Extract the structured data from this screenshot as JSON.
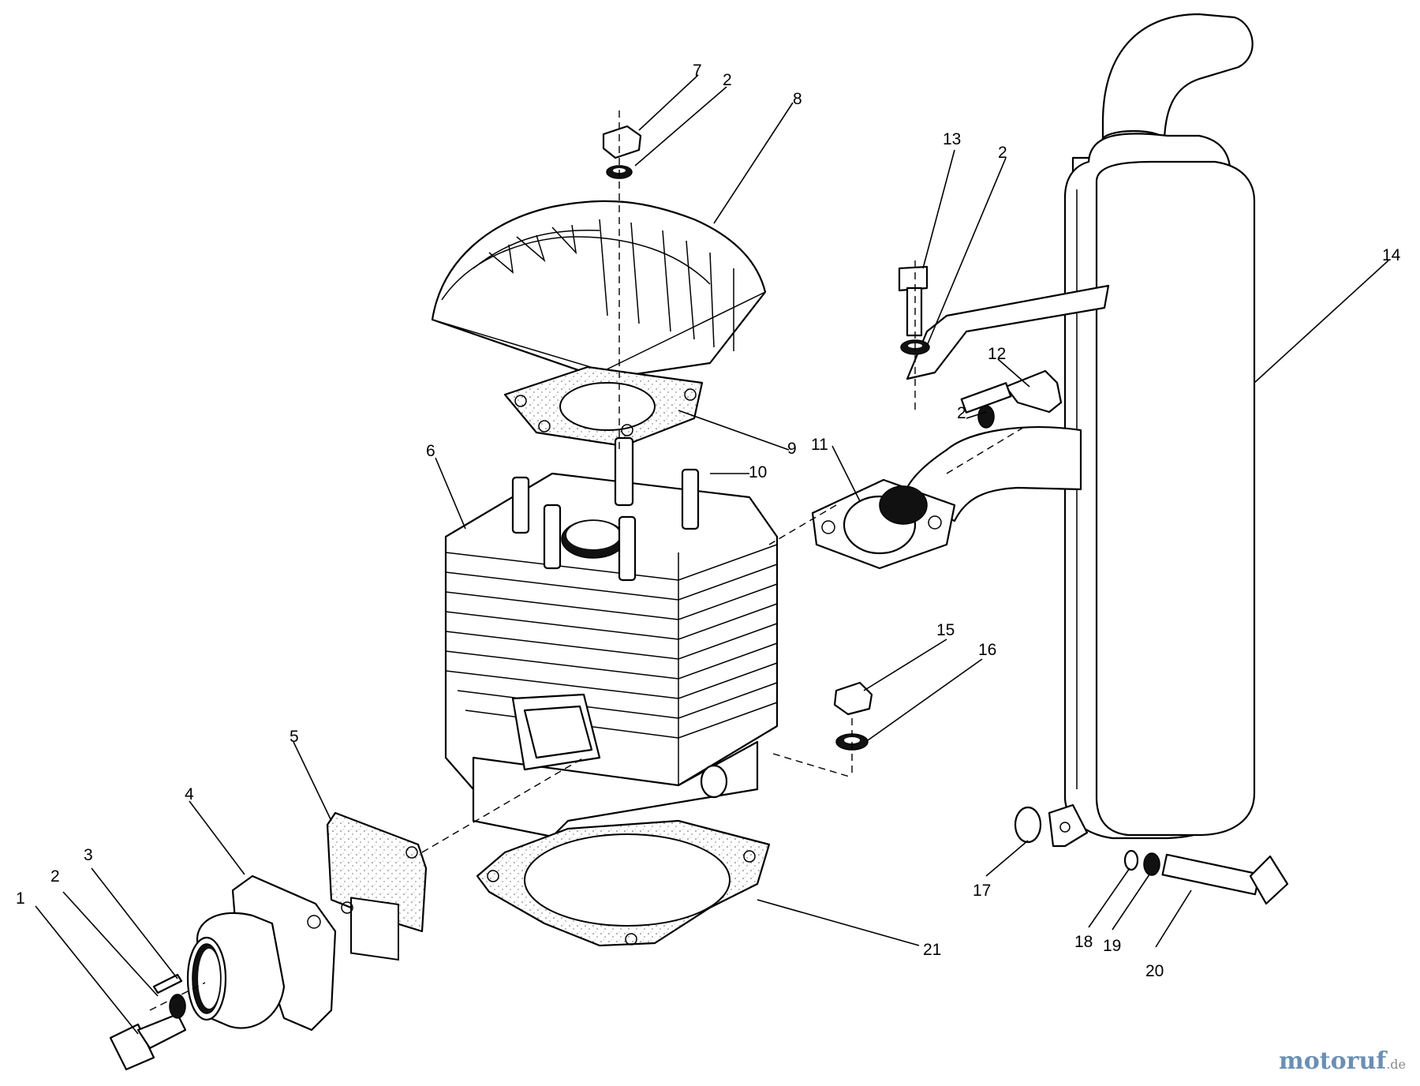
{
  "diagram": {
    "callouts": [
      "1",
      "2",
      "3",
      "4",
      "5",
      "6",
      "7",
      "8",
      "9",
      "10",
      "11",
      "12",
      "13",
      "14",
      "15",
      "16",
      "17",
      "18",
      "19",
      "20",
      "21"
    ]
  },
  "watermark": {
    "name": "motoruf",
    "tld": ".de"
  }
}
